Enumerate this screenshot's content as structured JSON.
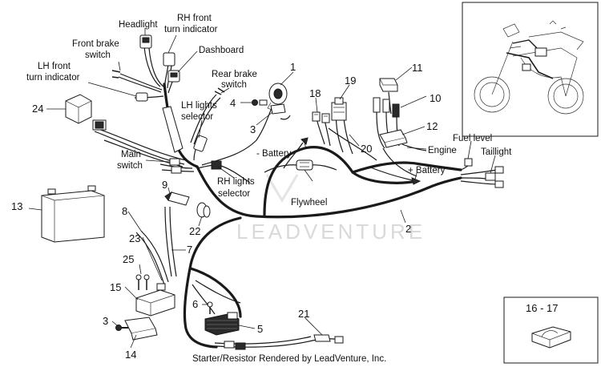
{
  "labels": {
    "headlight": "Headlight",
    "rh_front_turn_1": "RH front",
    "rh_front_turn_2": "turn indicator",
    "front_brake_1": "Front brake",
    "front_brake_2": "switch",
    "dashboard": "Dashboard",
    "lh_front_turn_1": "LH front",
    "lh_front_turn_2": "turn indicator",
    "rear_brake_1": "Rear brake",
    "rear_brake_2": "switch",
    "lh_lights_1": "LH lights",
    "lh_lights_2": "selector",
    "main_switch_1": "Main",
    "main_switch_2": "switch",
    "rh_lights_1": "RH lights",
    "rh_lights_2": "selector",
    "minus_battery": "- Battery",
    "flywheel": "Flywheel",
    "engine": "Engine",
    "fuel_level": "Fuel level",
    "taillight": "Taillight",
    "plus_battery": "+ Battery"
  },
  "callouts": {
    "n1": "1",
    "n2": "2",
    "n3a": "3",
    "n3b": "3",
    "n4": "4",
    "n5": "5",
    "n6": "6",
    "n7": "7",
    "n8": "8",
    "n9": "9",
    "n10": "10",
    "n11": "11",
    "n12": "12",
    "n13": "13",
    "n14": "14",
    "n15": "15",
    "n18": "18",
    "n19": "19",
    "n20": "20",
    "n21": "21",
    "n22": "22",
    "n23": "23",
    "n24": "24",
    "n25": "25"
  },
  "inset_label": "16 - 17",
  "watermark": "LEADVENTURE",
  "footer": "Starter/Resistor Rendered by LeadVenture, Inc."
}
